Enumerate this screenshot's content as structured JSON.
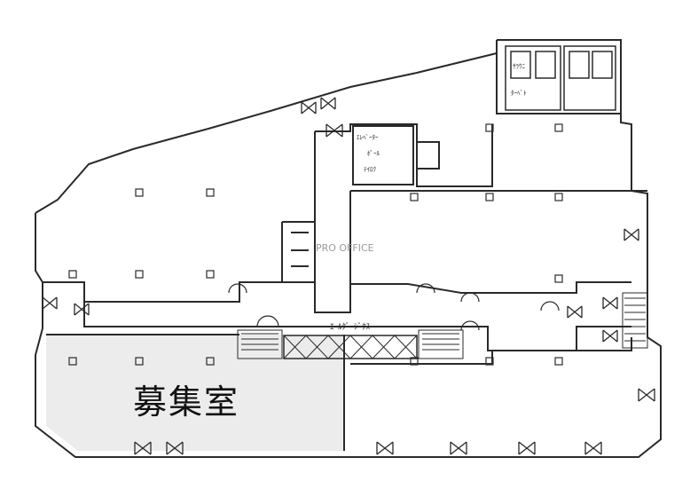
{
  "floor_plan": {
    "highlight_label": "募集室",
    "corridor_label": "ｴｰﾙﾀﾞｰｼﾞｸｽ",
    "watermark": "PRO OFFICE",
    "service_room_labels": [
      "ｴﾚﾍﾞｰﾀｰ",
      "ﾎﾟｰﾙ",
      "ﾃｲﾛｸ"
    ],
    "upper_room_labels": [
      "ｻﾗｳﾆ",
      "ﾀｰﾍﾞﾄ"
    ],
    "colors": {
      "wall": "#2a2a2a",
      "highlight_fill": "#ececec",
      "background": "#ffffff"
    }
  }
}
